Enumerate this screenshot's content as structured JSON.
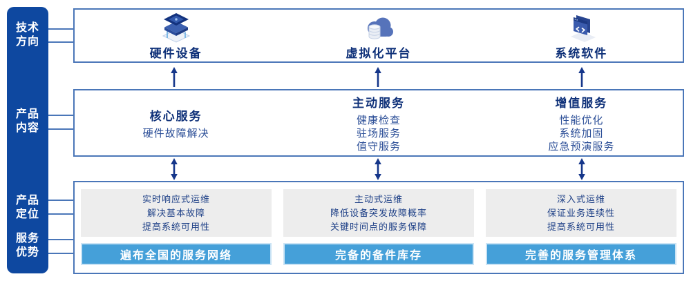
{
  "colors": {
    "sidebar_blue": "#0E48A0",
    "box_border_blue": "#4A76B8",
    "title_navy": "#0F3179",
    "body_navy": "#2B4E97",
    "arrow_navy": "#15368A",
    "panel_gray": "#EDEDED",
    "banner_blue": "#45A0D9",
    "banner_border": "#CBE4F5"
  },
  "sidebar": {
    "labels": [
      {
        "line1": "技术",
        "line2": "方向"
      },
      {
        "line1": "产品",
        "line2": "内容"
      },
      {
        "line1": "产品",
        "line2": "定位"
      },
      {
        "line1": "服务",
        "line2": "优势"
      }
    ]
  },
  "tech_row": {
    "items": [
      {
        "icon": "hardware-stack-icon",
        "label": "硬件设备"
      },
      {
        "icon": "cloud-database-icon",
        "label": "虚拟化平台"
      },
      {
        "icon": "software-window-icon",
        "label": "系统软件"
      }
    ]
  },
  "content_row": {
    "columns": [
      {
        "title": "核心服务",
        "items": [
          "硬件故障解决"
        ]
      },
      {
        "title": "主动服务",
        "items": [
          "健康检查",
          "驻场服务",
          "值守服务"
        ]
      },
      {
        "title": "增值服务",
        "items": [
          "性能优化",
          "系统加固",
          "应急预演服务"
        ]
      }
    ]
  },
  "position_row": {
    "columns": [
      {
        "lines": [
          "实时响应式运维",
          "解决基本故障",
          "提高系统可用性"
        ],
        "banner": "遍布全国的服务网络"
      },
      {
        "lines": [
          "主动式运维",
          "降低设备突发故障概率",
          "关键时间点的服务保障"
        ],
        "banner": "完备的备件库存"
      },
      {
        "lines": [
          "深入式运维",
          "保证业务连续性",
          "提高系统可用性"
        ],
        "banner": "完善的服务管理体系"
      }
    ]
  }
}
